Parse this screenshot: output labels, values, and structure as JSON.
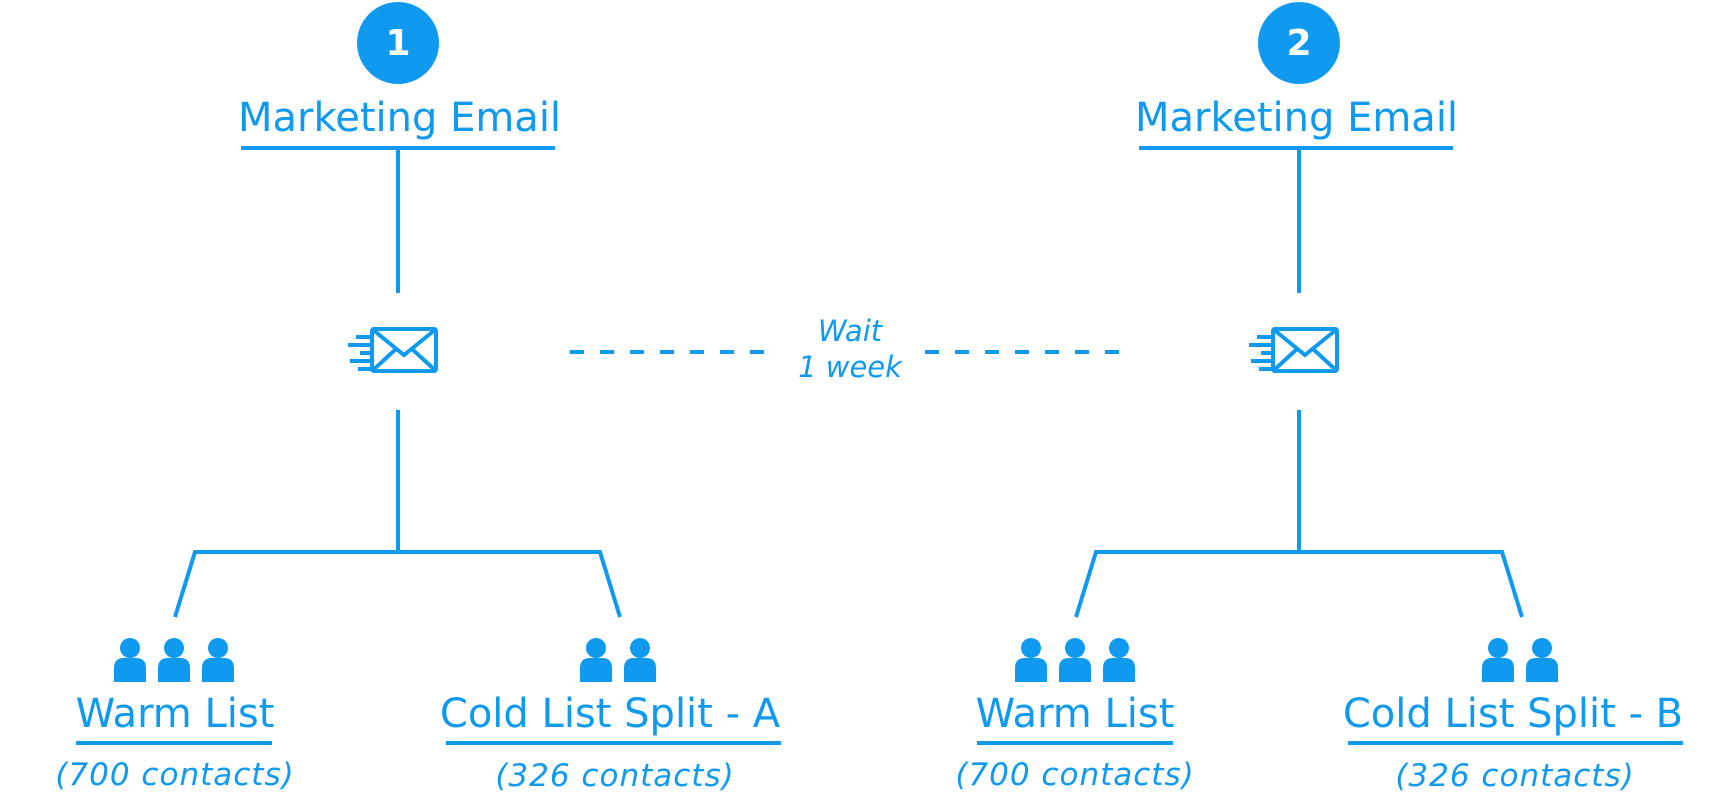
{
  "colors": {
    "accent": "#0f9af0",
    "background": "#ffffff"
  },
  "flows": [
    {
      "step": "1",
      "title": "Marketing Email",
      "icon": "email-send-icon",
      "lists": [
        {
          "label": "Warm List",
          "count": "(700 contacts)",
          "people": 3,
          "icon": "people-icon"
        },
        {
          "label": "Cold List Split - A",
          "count": "(326 contacts)",
          "people": 2,
          "icon": "people-icon"
        }
      ]
    },
    {
      "step": "2",
      "title": "Marketing Email",
      "icon": "email-send-icon",
      "lists": [
        {
          "label": "Warm List",
          "count": "(700 contacts)",
          "people": 3,
          "icon": "people-icon"
        },
        {
          "label": "Cold List Split - B",
          "count": "(326 contacts)",
          "people": 2,
          "icon": "people-icon"
        }
      ]
    }
  ],
  "wait": {
    "line1": "Wait",
    "line2": "1 week"
  }
}
